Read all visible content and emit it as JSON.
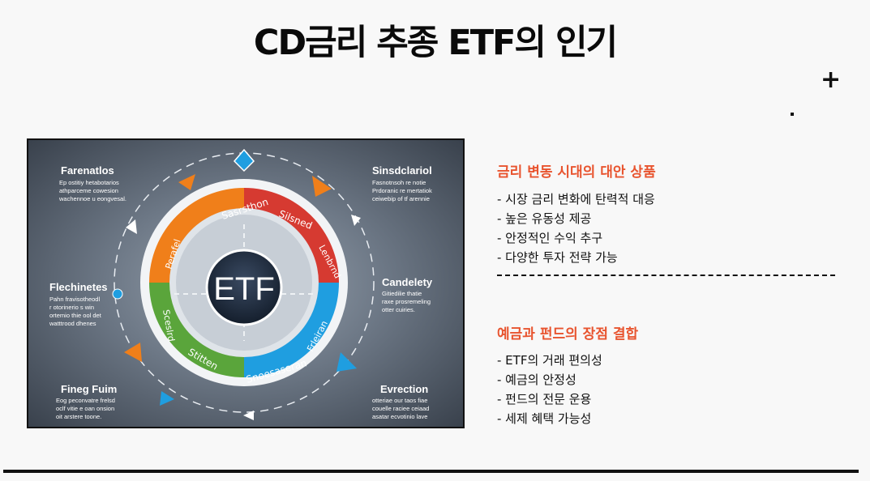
{
  "title": "CD금리 추종 ETF의 인기",
  "decor": {
    "plus": "+"
  },
  "figure": {
    "center_label": "ETF",
    "corners": {
      "top_left": {
        "title": "Farenatlos",
        "lines": [
          "Ep ostitiy hetabotarios",
          "athparceme cowesion",
          "wachennoe u eongvesal."
        ]
      },
      "top_right": {
        "title": "Sinsdclariol",
        "lines": [
          "Fasnotnsoh re notie",
          "Prdoranic re mertatiok",
          "ceiwebip of tf arennie"
        ]
      },
      "mid_left": {
        "title": "Flechinetes",
        "lines": [
          "Pahn fravisotheodl",
          "r otorinerio s win",
          "ortemio thie ool det",
          "watttrood dhenes"
        ]
      },
      "mid_right": {
        "title": "Candelety",
        "lines": [
          "Gitiedilie thatie",
          "raxe prosremeling",
          "otter cuiries."
        ]
      },
      "bottom_left": {
        "title": "Fineg Fuim",
        "lines": [
          "Eog peconvatre frelsd",
          "oclf vitie e oan onsion",
          "oit arstere toone."
        ]
      },
      "bottom_right": {
        "title": "Evrection",
        "lines": [
          "otteriae our taos fiae",
          "couelle raciee ceiaad",
          "asatar ecvotinio lave"
        ]
      }
    },
    "segments": [
      "Sasrsthon",
      "Silsned",
      "Lenbrnd",
      "Frleiran",
      "Snoesaseran",
      "Stitten",
      "Sceslrd",
      "Perafel"
    ],
    "colors": {
      "orange": "#f07f1a",
      "red": "#d63a31",
      "blue": "#1f9ee0",
      "green": "#5aa53b",
      "navy": "#1e2b3d"
    }
  },
  "section1": {
    "heading": "금리 변동 시대의 대안 상품",
    "items": [
      "- 시장 금리 변화에 탄력적 대응",
      "- 높은 유동성 제공",
      "- 안정적인 수익 추구",
      "- 다양한 투자 전략 가능"
    ]
  },
  "section2": {
    "heading": "예금과 펀드의 장점 결합",
    "items": [
      "- ETF의 거래 편의성",
      "- 예금의 안정성",
      "- 펀드의 전문 운용",
      "- 세제 혜택 가능성"
    ]
  }
}
